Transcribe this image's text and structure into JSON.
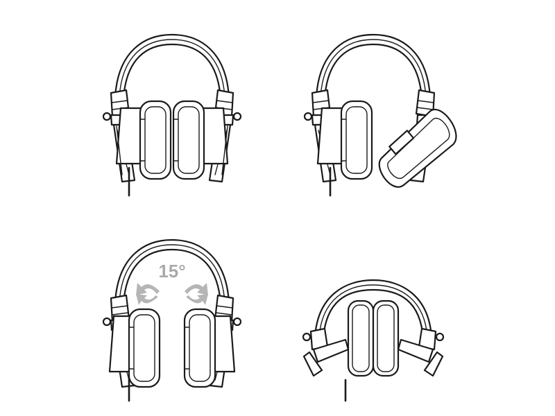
{
  "illustration": {
    "panels": [
      {
        "name": "headphones-standard-view"
      },
      {
        "name": "headphones-earcup-swiveled"
      },
      {
        "name": "headphones-earcup-rotation"
      },
      {
        "name": "headphones-folded"
      }
    ],
    "rotation_label": "15°",
    "colors": {
      "line": "#1a1a1a",
      "arrow": "#b5b5b5",
      "label": "#aaaaaa",
      "background": "#ffffff"
    }
  }
}
